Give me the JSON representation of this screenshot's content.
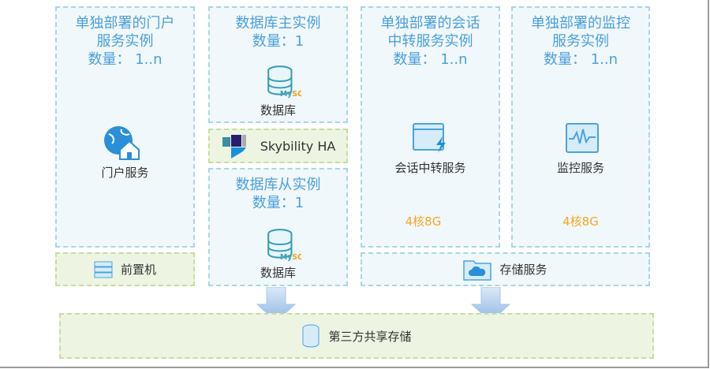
{
  "portal": {
    "title1": "单独部署的门户",
    "title2": "服务实例",
    "count": "数量： 1..n",
    "service": "门户服务"
  },
  "frontend": {
    "label": "前置机"
  },
  "db_master": {
    "title": "数据库主实例",
    "count": "数量：1",
    "label": "数据库",
    "icon_text": "MySQL"
  },
  "ha": {
    "label": "Skybility HA"
  },
  "db_slave": {
    "title": "数据库从实例",
    "count": "数量：1",
    "label": "数据库",
    "icon_text": "MySQL"
  },
  "session": {
    "title1": "单独部署的会话",
    "title2": "中转服务实例",
    "count": "数量： 1..n",
    "service": "会话中转服务",
    "spec": "4核8G"
  },
  "monitor": {
    "title1": "单独部署的监控",
    "title2": "服务实例",
    "count": "数量： 1..n",
    "service": "监控服务",
    "spec": "4核8G"
  },
  "storage": {
    "label": "存储服务"
  },
  "shared": {
    "label": "第三方共享存储"
  }
}
